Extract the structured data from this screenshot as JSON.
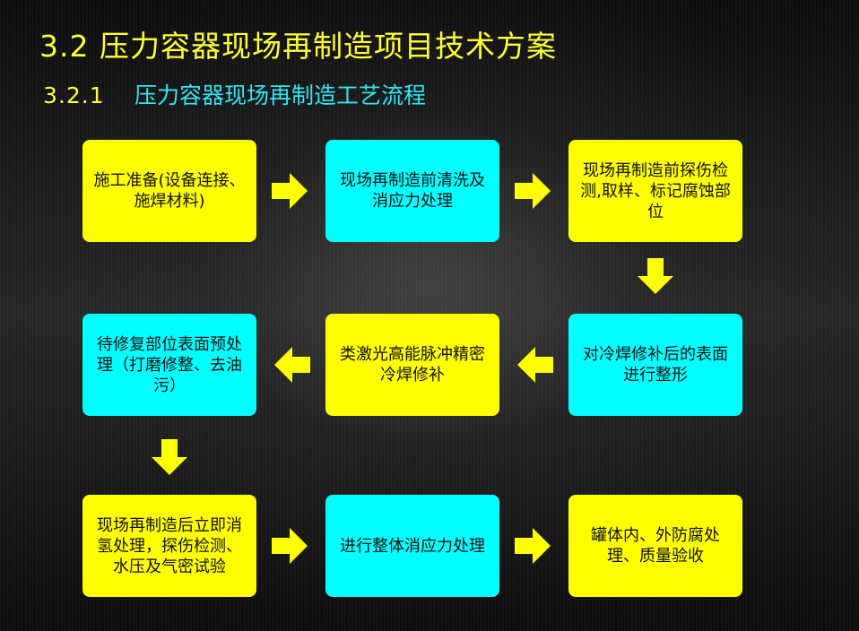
{
  "slide": {
    "title": "3.2 压力容器现场再制造项目技术方案",
    "subtitle_number": "3.2.1",
    "subtitle_text": "压力容器现场再制造工艺流程"
  },
  "steps": [
    {
      "label": "施工准备(设备连接、施焊材料)"
    },
    {
      "label": "现场再制造前清洗及消应力处理"
    },
    {
      "label": "现场再制造前探伤检测,取样、标记腐蚀部位"
    },
    {
      "label": "对冷焊修补后的表面进行整形"
    },
    {
      "label": "类激光高能脉冲精密冷焊修补"
    },
    {
      "label": "待修复部位表面预处理（打磨修整、去油污）"
    },
    {
      "label": "现场再制造后立即消氢处理，探伤检测、水压及气密试验"
    },
    {
      "label": "进行整体消应力处理"
    },
    {
      "label": "罐体内、外防腐处理、质量验收"
    }
  ],
  "colors": {
    "title": "#ffff33",
    "subtitle_text": "#33e5f2",
    "box_yellow": "#ffff00",
    "box_cyan": "#00ffff",
    "arrow": "#ffff00"
  }
}
